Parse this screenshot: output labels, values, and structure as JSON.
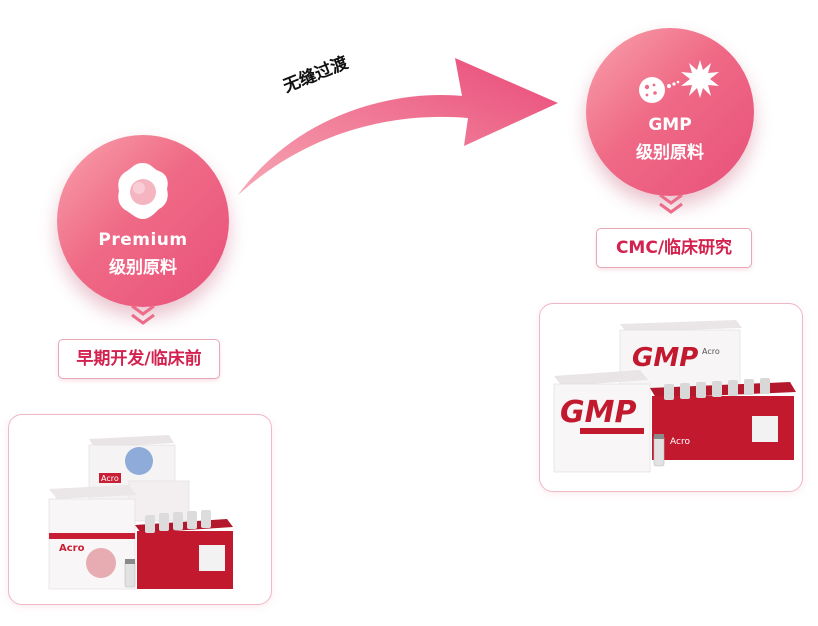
{
  "transition": {
    "label": "无缝过渡"
  },
  "premium": {
    "line1": "Premium",
    "line2": "级别原料",
    "stage": "早期开发/临床前",
    "brand": "Acro"
  },
  "gmp": {
    "line1": "GMP",
    "line2": "级别原料",
    "stage": "CMC/临床研究",
    "brand": "Acro",
    "box_mark": "GMP"
  },
  "colors": {
    "accent": "#e9507a",
    "label_text": "#d3224f",
    "frame_border": "#f0b7c4",
    "arrow_start": "#f7a7b4",
    "arrow_end": "#e94a78"
  }
}
